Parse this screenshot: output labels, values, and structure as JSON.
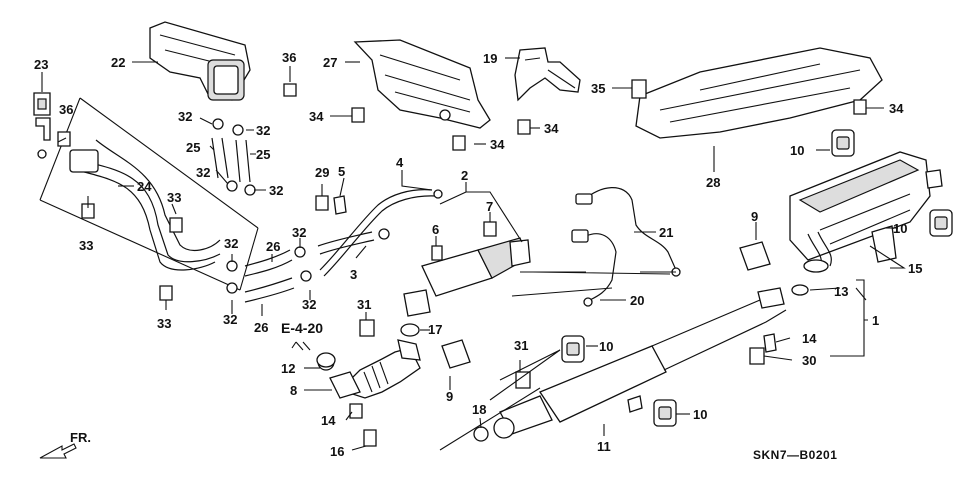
{
  "diagram": {
    "part_callouts": [
      {
        "id": "c23",
        "text": "23"
      },
      {
        "id": "c22",
        "text": "22"
      },
      {
        "id": "c36a",
        "text": "36"
      },
      {
        "id": "c36b",
        "text": "36"
      },
      {
        "id": "c27",
        "text": "27"
      },
      {
        "id": "c19",
        "text": "19"
      },
      {
        "id": "c35",
        "text": "35"
      },
      {
        "id": "c34a",
        "text": "34"
      },
      {
        "id": "c34b",
        "text": "34"
      },
      {
        "id": "c34c",
        "text": "34"
      },
      {
        "id": "c34d",
        "text": "34"
      },
      {
        "id": "c32a",
        "text": "32"
      },
      {
        "id": "c32b",
        "text": "32"
      },
      {
        "id": "c32c",
        "text": "32"
      },
      {
        "id": "c32d",
        "text": "32"
      },
      {
        "id": "c32e",
        "text": "32"
      },
      {
        "id": "c32f",
        "text": "32"
      },
      {
        "id": "c32g",
        "text": "32"
      },
      {
        "id": "c32h",
        "text": "32"
      },
      {
        "id": "c25a",
        "text": "25"
      },
      {
        "id": "c25b",
        "text": "25"
      },
      {
        "id": "c24",
        "text": "24"
      },
      {
        "id": "c33a",
        "text": "33"
      },
      {
        "id": "c33b",
        "text": "33"
      },
      {
        "id": "c33c",
        "text": "33"
      },
      {
        "id": "c29",
        "text": "29"
      },
      {
        "id": "c5",
        "text": "5"
      },
      {
        "id": "c4",
        "text": "4"
      },
      {
        "id": "c2",
        "text": "2"
      },
      {
        "id": "c7",
        "text": "7"
      },
      {
        "id": "c6",
        "text": "6"
      },
      {
        "id": "c3",
        "text": "3"
      },
      {
        "id": "c26a",
        "text": "26"
      },
      {
        "id": "c26b",
        "text": "26"
      },
      {
        "id": "c31a",
        "text": "31"
      },
      {
        "id": "c31b",
        "text": "31"
      },
      {
        "id": "c17",
        "text": "17"
      },
      {
        "id": "c12",
        "text": "12"
      },
      {
        "id": "c8",
        "text": "8"
      },
      {
        "id": "c14a",
        "text": "14"
      },
      {
        "id": "c14b",
        "text": "14"
      },
      {
        "id": "c16",
        "text": "16"
      },
      {
        "id": "c9a",
        "text": "9"
      },
      {
        "id": "c9b",
        "text": "9"
      },
      {
        "id": "c18",
        "text": "18"
      },
      {
        "id": "c11",
        "text": "11"
      },
      {
        "id": "c10a",
        "text": "10"
      },
      {
        "id": "c10b",
        "text": "10"
      },
      {
        "id": "c10c",
        "text": "10"
      },
      {
        "id": "c10d",
        "text": "10"
      },
      {
        "id": "c21",
        "text": "21"
      },
      {
        "id": "c20",
        "text": "20"
      },
      {
        "id": "c28",
        "text": "28"
      },
      {
        "id": "c15",
        "text": "15"
      },
      {
        "id": "c13",
        "text": "13"
      },
      {
        "id": "c1",
        "text": "1"
      },
      {
        "id": "c30",
        "text": "30"
      }
    ],
    "reference_label": "E-4-20",
    "direction_label": "FR.",
    "diagram_code": "SKN7—B0201"
  }
}
